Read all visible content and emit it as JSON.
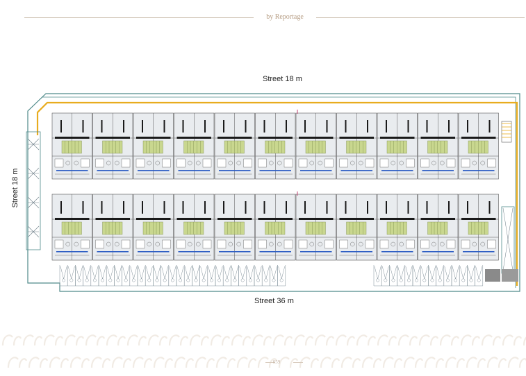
{
  "header": {
    "brand": "by Reportage"
  },
  "plan": {
    "street_top": "Street 18 m",
    "street_left": "Street 18 m",
    "street_bottom": "Street 36 m",
    "units_per_row": 11,
    "rows": 2,
    "parking_left_group": 29,
    "parking_right_group": 14,
    "colors": {
      "boundary": "#4f8a8a",
      "road": "#e8ac1e",
      "unit_fill": "#e9ecef",
      "unit_line": "#555555",
      "stair": "#c9d78f",
      "accent": "#2d5ec4"
    }
  },
  "footer": {
    "page_number": "059"
  }
}
